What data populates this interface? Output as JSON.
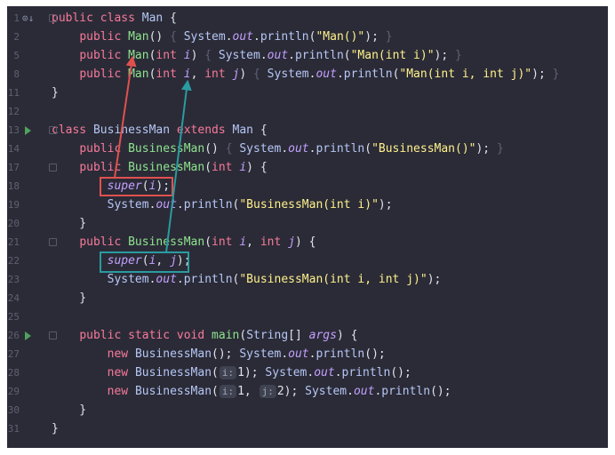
{
  "editor": {
    "colors": {
      "background": "#2b2b37",
      "keyword": "#f77a9a",
      "type": "#b6c7f5",
      "method": "#8fe48f",
      "string": "#fff18c",
      "italic_member": "#c3a0ff",
      "red_box": "#e0514e",
      "teal_box": "#2a9ba0"
    },
    "lines": [
      {
        "num": "1",
        "icon": "override",
        "tokens": [
          [
            "kw",
            "public "
          ],
          [
            "kw",
            "class "
          ],
          [
            "ty",
            "Man "
          ],
          [
            "plain",
            "{"
          ]
        ]
      },
      {
        "num": "2",
        "tokens": [
          [
            "plain",
            "    "
          ],
          [
            "kw",
            "public "
          ],
          [
            "fn",
            "Man"
          ],
          [
            "plain",
            "() "
          ],
          [
            "dim",
            "{ "
          ],
          [
            "ty",
            "System"
          ],
          [
            "plain",
            "."
          ],
          [
            "it",
            "out"
          ],
          [
            "plain",
            "."
          ],
          [
            "ty",
            "println"
          ],
          [
            "plain",
            "("
          ],
          [
            "str",
            "\"Man()\""
          ],
          [
            "plain",
            "); "
          ],
          [
            "dim",
            "}"
          ]
        ]
      },
      {
        "num": "5",
        "tokens": [
          [
            "plain",
            "    "
          ],
          [
            "kw",
            "public "
          ],
          [
            "fn",
            "Man"
          ],
          [
            "plain",
            "("
          ],
          [
            "kw",
            "int "
          ],
          [
            "it",
            "i"
          ],
          [
            "plain",
            ") "
          ],
          [
            "dim",
            "{ "
          ],
          [
            "ty",
            "System"
          ],
          [
            "plain",
            "."
          ],
          [
            "it",
            "out"
          ],
          [
            "plain",
            "."
          ],
          [
            "ty",
            "println"
          ],
          [
            "plain",
            "("
          ],
          [
            "str",
            "\"Man(int i)\""
          ],
          [
            "plain",
            "); "
          ],
          [
            "dim",
            "}"
          ]
        ]
      },
      {
        "num": "8",
        "tokens": [
          [
            "plain",
            "    "
          ],
          [
            "kw",
            "public "
          ],
          [
            "fn",
            "Man"
          ],
          [
            "plain",
            "("
          ],
          [
            "kw",
            "int "
          ],
          [
            "it",
            "i"
          ],
          [
            "plain",
            ", "
          ],
          [
            "kw",
            "int "
          ],
          [
            "it",
            "j"
          ],
          [
            "plain",
            ") "
          ],
          [
            "dim",
            "{ "
          ],
          [
            "ty",
            "System"
          ],
          [
            "plain",
            "."
          ],
          [
            "it",
            "out"
          ],
          [
            "plain",
            "."
          ],
          [
            "ty",
            "println"
          ],
          [
            "plain",
            "("
          ],
          [
            "str",
            "\"Man(int i, int j)\""
          ],
          [
            "plain",
            "); "
          ],
          [
            "dim",
            "}"
          ]
        ]
      },
      {
        "num": "11",
        "tokens": [
          [
            "plain",
            "}"
          ]
        ]
      },
      {
        "num": "12",
        "tokens": []
      },
      {
        "num": "13",
        "icon": "run",
        "tokens": [
          [
            "kw",
            "class "
          ],
          [
            "ty",
            "BusinessMan "
          ],
          [
            "kw",
            "extends "
          ],
          [
            "ty",
            "Man "
          ],
          [
            "plain",
            "{"
          ]
        ]
      },
      {
        "num": "14",
        "tokens": [
          [
            "plain",
            "    "
          ],
          [
            "kw",
            "public "
          ],
          [
            "fn",
            "BusinessMan"
          ],
          [
            "plain",
            "() "
          ],
          [
            "dim",
            "{ "
          ],
          [
            "ty",
            "System"
          ],
          [
            "plain",
            "."
          ],
          [
            "it",
            "out"
          ],
          [
            "plain",
            "."
          ],
          [
            "ty",
            "println"
          ],
          [
            "plain",
            "("
          ],
          [
            "str",
            "\"BusinessMan()\""
          ],
          [
            "plain",
            "); "
          ],
          [
            "dim",
            "}"
          ]
        ]
      },
      {
        "num": "17",
        "tokens": [
          [
            "plain",
            "    "
          ],
          [
            "kw",
            "public "
          ],
          [
            "fn",
            "BusinessMan"
          ],
          [
            "plain",
            "("
          ],
          [
            "kw",
            "int "
          ],
          [
            "it",
            "i"
          ],
          [
            "plain",
            ") {"
          ]
        ]
      },
      {
        "num": "18",
        "tokens": [
          [
            "plain",
            "        "
          ],
          [
            "it",
            "super"
          ],
          [
            "plain",
            "("
          ],
          [
            "it",
            "i"
          ],
          [
            "plain",
            ");"
          ]
        ]
      },
      {
        "num": "19",
        "tokens": [
          [
            "plain",
            "        "
          ],
          [
            "ty",
            "System"
          ],
          [
            "plain",
            "."
          ],
          [
            "it",
            "out"
          ],
          [
            "plain",
            "."
          ],
          [
            "ty",
            "println"
          ],
          [
            "plain",
            "("
          ],
          [
            "str",
            "\"BusinessMan(int i)\""
          ],
          [
            "plain",
            ");"
          ]
        ]
      },
      {
        "num": "20",
        "tokens": [
          [
            "plain",
            "    }"
          ]
        ]
      },
      {
        "num": "21",
        "tokens": [
          [
            "plain",
            "    "
          ],
          [
            "kw",
            "public "
          ],
          [
            "fn",
            "BusinessMan"
          ],
          [
            "plain",
            "("
          ],
          [
            "kw",
            "int "
          ],
          [
            "it",
            "i"
          ],
          [
            "plain",
            ", "
          ],
          [
            "kw",
            "int "
          ],
          [
            "it",
            "j"
          ],
          [
            "plain",
            ") {"
          ]
        ]
      },
      {
        "num": "22",
        "tokens": [
          [
            "plain",
            "        "
          ],
          [
            "it",
            "super"
          ],
          [
            "plain",
            "("
          ],
          [
            "it",
            "i"
          ],
          [
            "plain",
            ", "
          ],
          [
            "it",
            "j"
          ],
          [
            "plain",
            ");"
          ]
        ]
      },
      {
        "num": "23",
        "tokens": [
          [
            "plain",
            "        "
          ],
          [
            "ty",
            "System"
          ],
          [
            "plain",
            "."
          ],
          [
            "it",
            "out"
          ],
          [
            "plain",
            "."
          ],
          [
            "ty",
            "println"
          ],
          [
            "plain",
            "("
          ],
          [
            "str",
            "\"BusinessMan(int i, int j)\""
          ],
          [
            "plain",
            ");"
          ]
        ]
      },
      {
        "num": "24",
        "tokens": [
          [
            "plain",
            "    }"
          ]
        ]
      },
      {
        "num": "25",
        "tokens": []
      },
      {
        "num": "26",
        "icon": "run",
        "tokens": [
          [
            "plain",
            "    "
          ],
          [
            "kw",
            "public "
          ],
          [
            "kw",
            "static "
          ],
          [
            "kw",
            "void "
          ],
          [
            "fn",
            "main"
          ],
          [
            "plain",
            "("
          ],
          [
            "ty",
            "String"
          ],
          [
            "plain",
            "[] "
          ],
          [
            "it",
            "args"
          ],
          [
            "plain",
            ") {"
          ]
        ]
      },
      {
        "num": "27",
        "tokens": [
          [
            "plain",
            "        "
          ],
          [
            "kw",
            "new "
          ],
          [
            "ty",
            "BusinessMan"
          ],
          [
            "plain",
            "(); "
          ],
          [
            "ty",
            "System"
          ],
          [
            "plain",
            "."
          ],
          [
            "it",
            "out"
          ],
          [
            "plain",
            "."
          ],
          [
            "ty",
            "println"
          ],
          [
            "plain",
            "();"
          ]
        ]
      },
      {
        "num": "28",
        "tokens": [
          [
            "plain",
            "        "
          ],
          [
            "kw",
            "new "
          ],
          [
            "ty",
            "BusinessMan"
          ],
          [
            "plain",
            "("
          ],
          [
            "hint",
            "i:"
          ],
          [
            "plain",
            "1); "
          ],
          [
            "ty",
            "System"
          ],
          [
            "plain",
            "."
          ],
          [
            "it",
            "out"
          ],
          [
            "plain",
            "."
          ],
          [
            "ty",
            "println"
          ],
          [
            "plain",
            "();"
          ]
        ]
      },
      {
        "num": "29",
        "tokens": [
          [
            "plain",
            "        "
          ],
          [
            "kw",
            "new "
          ],
          [
            "ty",
            "BusinessMan"
          ],
          [
            "plain",
            "("
          ],
          [
            "hint",
            "i:"
          ],
          [
            "plain",
            "1, "
          ],
          [
            "hint",
            "j:"
          ],
          [
            "plain",
            "2); "
          ],
          [
            "ty",
            "System"
          ],
          [
            "plain",
            "."
          ],
          [
            "it",
            "out"
          ],
          [
            "plain",
            "."
          ],
          [
            "ty",
            "println"
          ],
          [
            "plain",
            "();"
          ]
        ]
      },
      {
        "num": "30",
        "tokens": [
          [
            "plain",
            "    }"
          ]
        ]
      },
      {
        "num": "31",
        "tokens": [
          [
            "plain",
            "}"
          ]
        ]
      }
    ]
  }
}
